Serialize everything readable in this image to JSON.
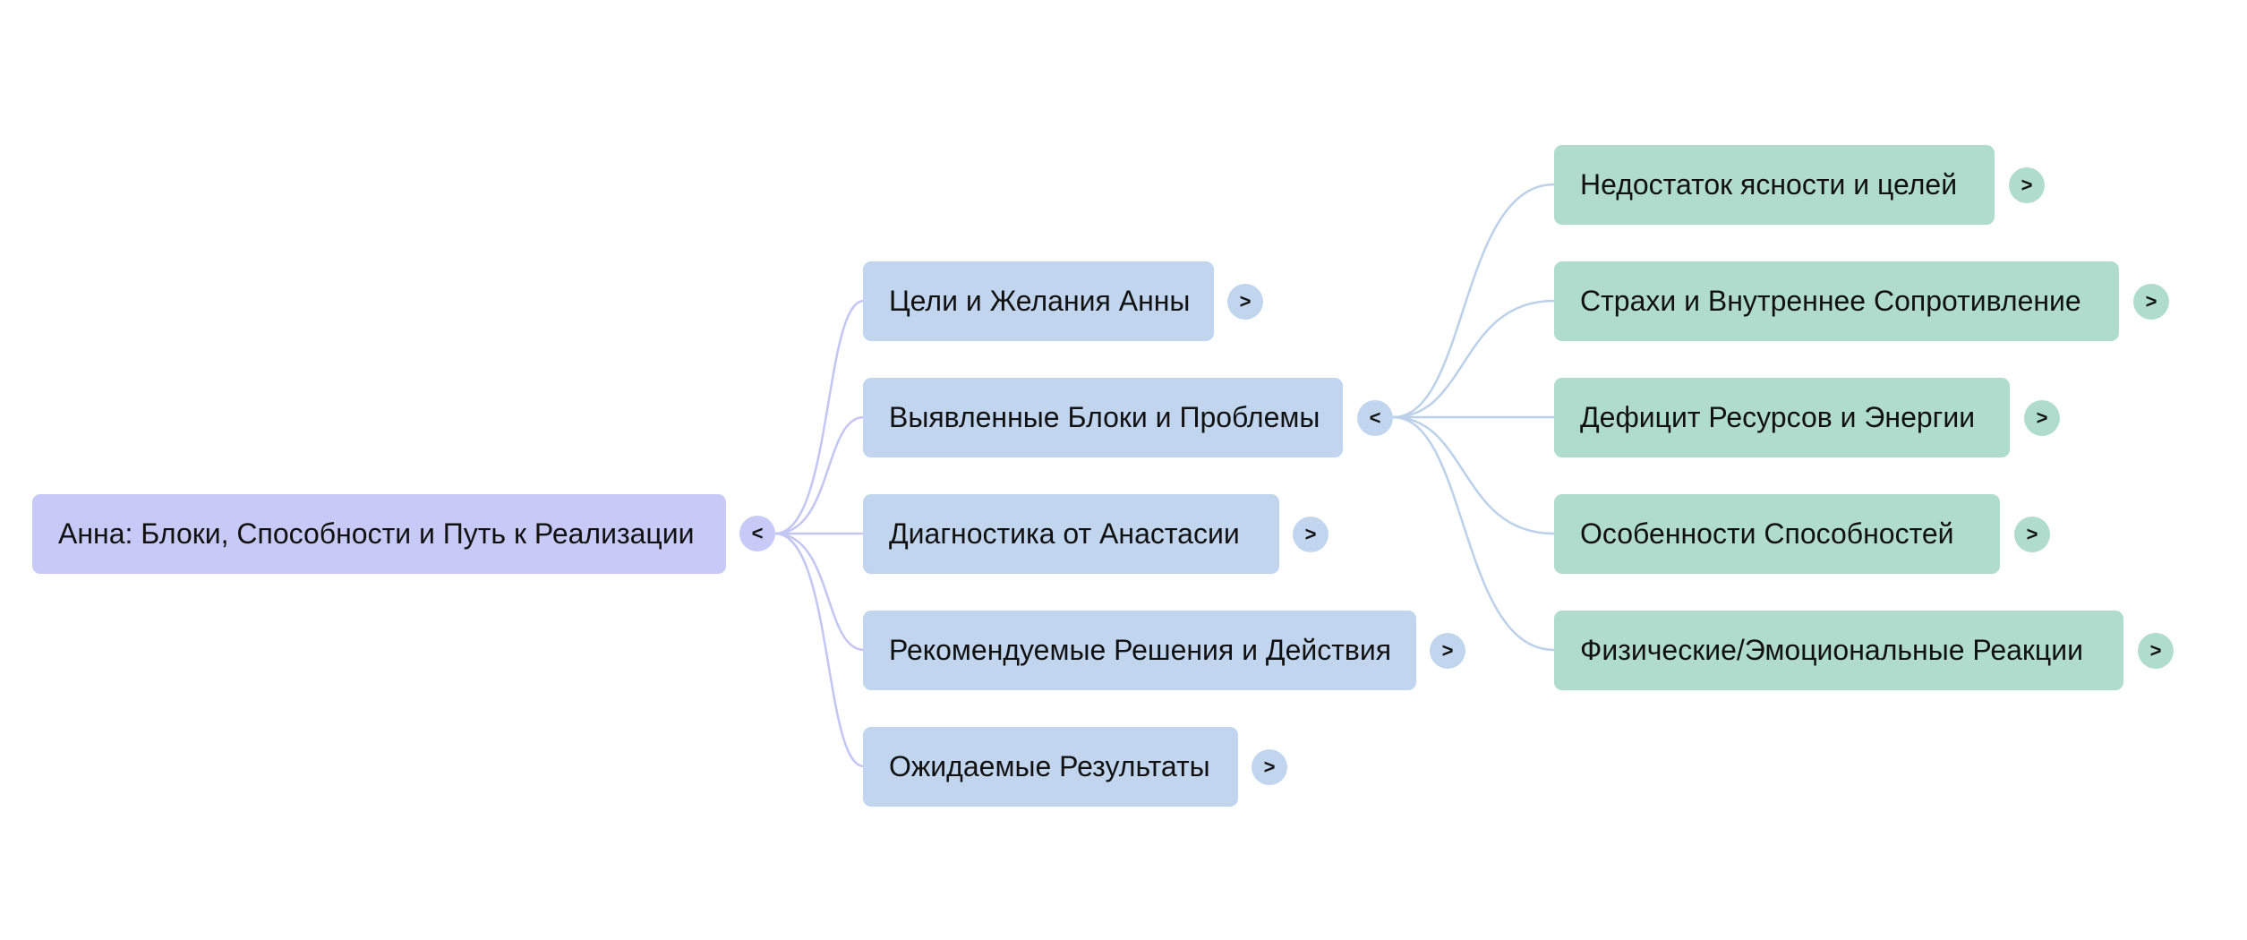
{
  "root": {
    "label": "Анна: Блоки, Способности и Путь к Реализации",
    "toggle": "<"
  },
  "level1": [
    {
      "label": "Цели и Желания Анны",
      "toggle": ">"
    },
    {
      "label": "Выявленные Блоки и Проблемы",
      "toggle": "<"
    },
    {
      "label": "Диагностика от Анастасии",
      "toggle": ">"
    },
    {
      "label": "Рекомендуемые Решения и Действия",
      "toggle": ">"
    },
    {
      "label": "Ожидаемые Результаты",
      "toggle": ">"
    }
  ],
  "level2": [
    {
      "label": "Недостаток ясности и целей",
      "toggle": ">"
    },
    {
      "label": "Страхи и Внутреннее Сопротивление",
      "toggle": ">"
    },
    {
      "label": "Дефицит Ресурсов и Энергии",
      "toggle": ">"
    },
    {
      "label": "Особенности Способностей",
      "toggle": ">"
    },
    {
      "label": "Физические/Эмоциональные Реакции",
      "toggle": ">"
    }
  ],
  "colors": {
    "root_fill": "#c7c9f6",
    "level1_fill": "#c1d5ee",
    "level2_fill": "#b0dccd",
    "root_edge": "#c3c6f3",
    "level2_edge": "#bcd0ea"
  }
}
